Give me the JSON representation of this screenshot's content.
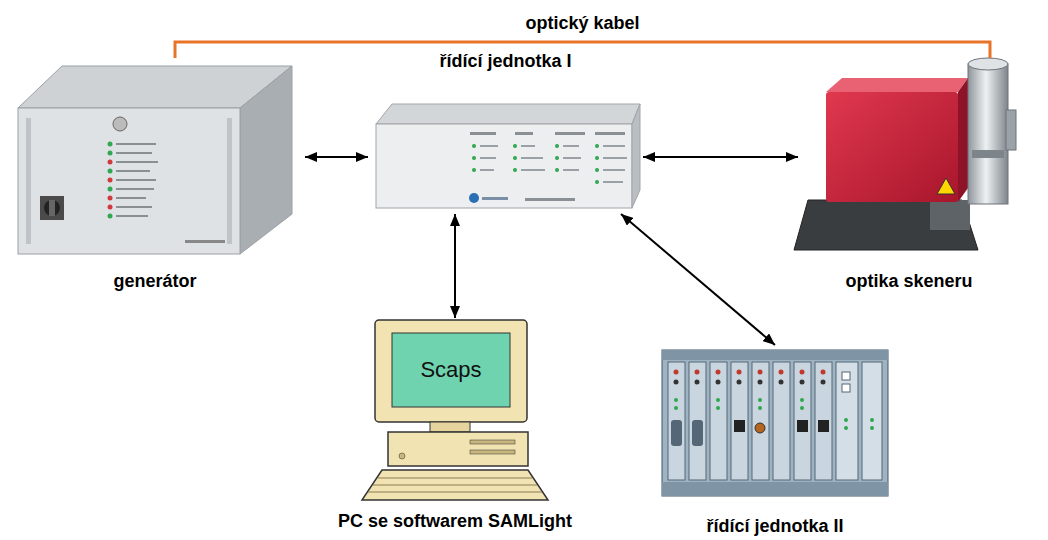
{
  "diagram": {
    "nodes": [
      {
        "text": [
          "generátor"
        ]
      },
      {
        "text": [
          "řídící jednotka I"
        ]
      },
      {
        "text": [
          "optika skeneru"
        ]
      },
      {
        "text": [
          "Scaps",
          "PC se softwarem SAMLight"
        ]
      },
      {
        "text": [
          "řídící jednotka II"
        ]
      }
    ],
    "edges": [
      {
        "from": 0,
        "to": 1,
        "arrow": "both"
      },
      {
        "from": 1,
        "to": 2,
        "arrow": "both"
      },
      {
        "from": 1,
        "to": 3,
        "arrow": "both"
      },
      {
        "from": 1,
        "to": 4,
        "arrow": "both"
      },
      {
        "from": 0,
        "to": 2,
        "arrow": "none",
        "label": "optický kabel"
      }
    ]
  }
}
